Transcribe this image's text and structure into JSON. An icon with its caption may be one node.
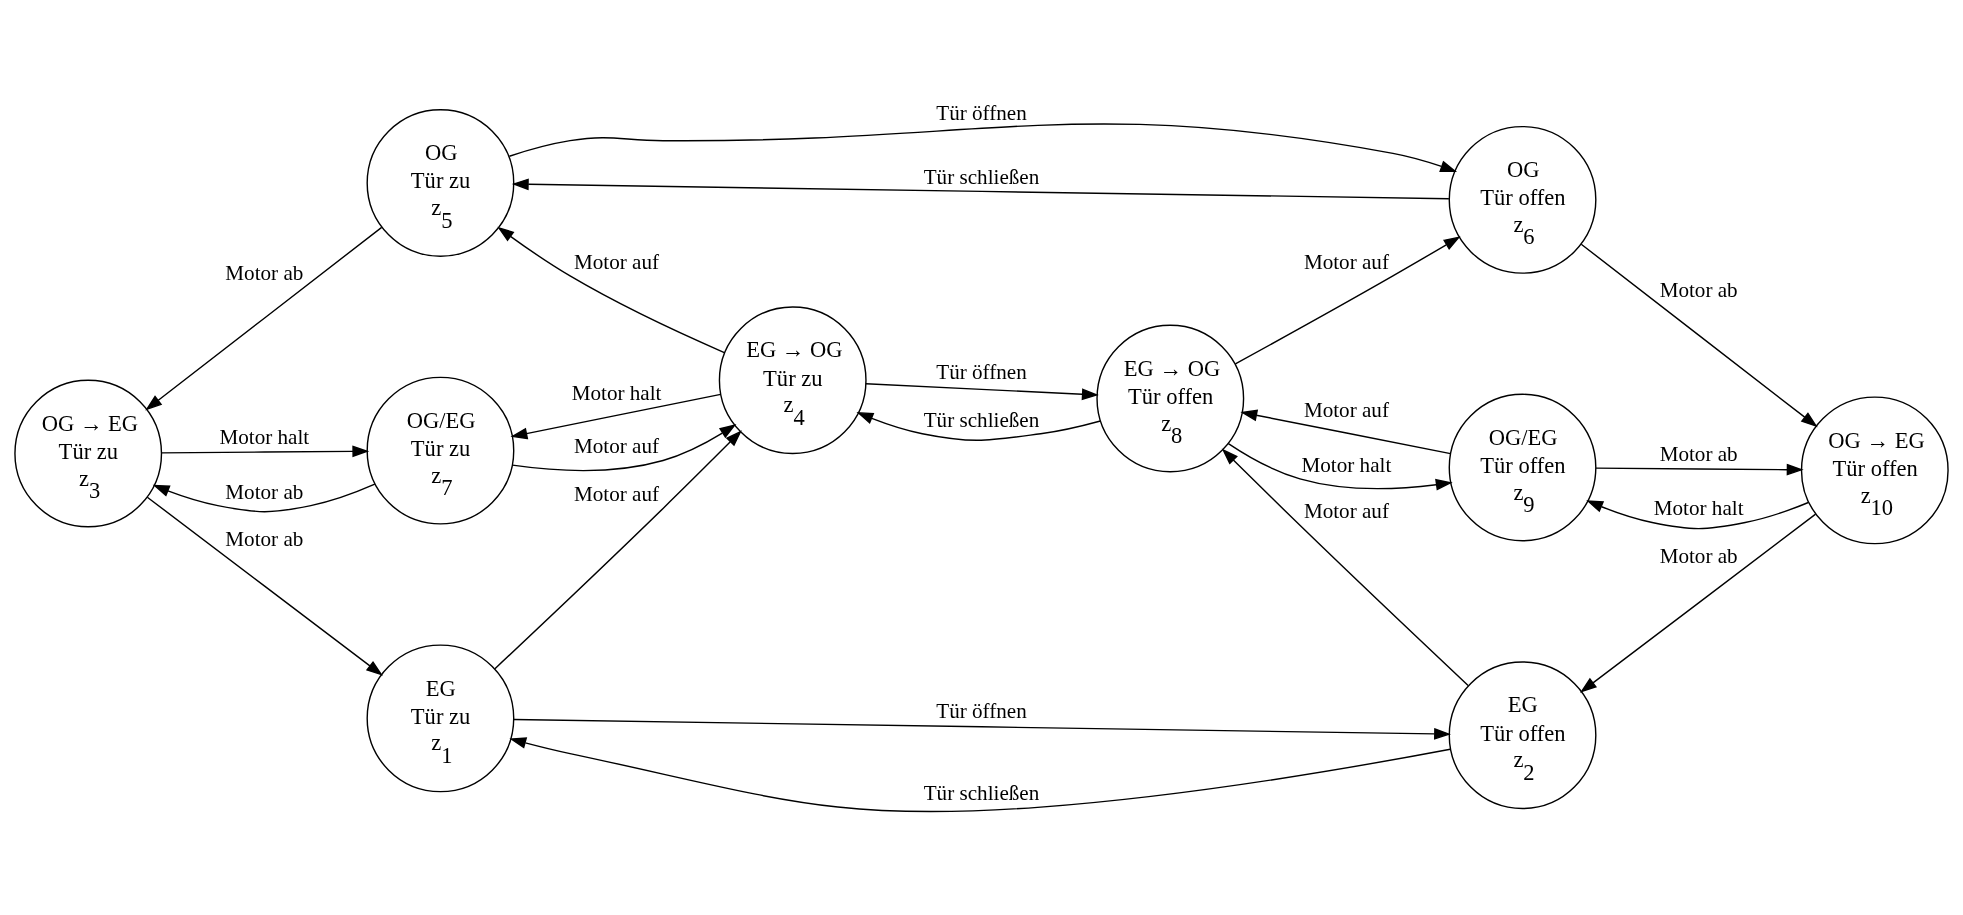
{
  "diagram": {
    "nodes": [
      {
        "text": [
          "OG",
          "Tür zu",
          "z$_{5}$"
        ]
      },
      {
        "text": [
          "OG",
          "Tür offen",
          "z$_{6}$"
        ]
      },
      {
        "text": [
          "OG → EG",
          "Tür zu",
          "z$_{3}$"
        ]
      },
      {
        "text": [
          "OG/EG",
          "Tür zu",
          "z$_{7}$"
        ]
      },
      {
        "text": [
          "EG → OG",
          "Tür zu",
          "z$_{4}$"
        ]
      },
      {
        "text": [
          "EG → OG",
          "Tür offen",
          "z$_{8}$"
        ]
      },
      {
        "text": [
          "OG/EG",
          "Tür offen",
          "z$_{9}$"
        ]
      },
      {
        "text": [
          "OG → EG",
          "Tür offen",
          "z$_{10}$"
        ]
      },
      {
        "text": [
          "EG",
          "Tür zu",
          "z$_{1}$"
        ]
      },
      {
        "text": [
          "EG",
          "Tür offen",
          "z$_{2}$"
        ]
      }
    ],
    "edges": [
      {
        "from": 1,
        "to": 0,
        "arrow": "to",
        "label": "Tür schließen"
      },
      {
        "from": 0,
        "to": 1,
        "arrow": "to",
        "label": "Tür öffnen"
      },
      {
        "from": 0,
        "to": 2,
        "arrow": "to",
        "label": "Motor ab"
      },
      {
        "from": 4,
        "to": 0,
        "arrow": "to",
        "label": "Motor auf"
      },
      {
        "from": 5,
        "to": 1,
        "arrow": "to",
        "label": "Motor auf"
      },
      {
        "from": 1,
        "to": 7,
        "arrow": "to",
        "label": "Motor ab"
      },
      {
        "from": 3,
        "to": 2,
        "arrow": "to",
        "label": "Motor ab"
      },
      {
        "from": 2,
        "to": 3,
        "arrow": "to",
        "label": "Motor halt"
      },
      {
        "from": 4,
        "to": 3,
        "arrow": "to",
        "label": "Motor halt"
      },
      {
        "from": 3,
        "to": 4,
        "arrow": "to",
        "label": "Motor auf"
      },
      {
        "from": 5,
        "to": 4,
        "arrow": "to",
        "label": "Tür schließen"
      },
      {
        "from": 4,
        "to": 5,
        "arrow": "to",
        "label": "Tür öffnen"
      },
      {
        "from": 6,
        "to": 5,
        "arrow": "to",
        "label": "Motor auf"
      },
      {
        "from": 5,
        "to": 6,
        "arrow": "to",
        "label": "Motor halt"
      },
      {
        "from": 7,
        "to": 6,
        "arrow": "to",
        "label": "Motor halt"
      },
      {
        "from": 6,
        "to": 7,
        "arrow": "to",
        "label": "Motor ab"
      },
      {
        "from": 2,
        "to": 8,
        "arrow": "to",
        "label": "Motor ab"
      },
      {
        "from": 8,
        "to": 4,
        "arrow": "to",
        "label": "Motor auf"
      },
      {
        "from": 9,
        "to": 5,
        "arrow": "to",
        "label": "Motor auf"
      },
      {
        "from": 7,
        "to": 9,
        "arrow": "to",
        "label": "Motor ab"
      },
      {
        "from": 9,
        "to": 8,
        "arrow": "to",
        "label": "Tür schließen"
      },
      {
        "from": 8,
        "to": 9,
        "arrow": "to",
        "label": "Tür öffnen"
      }
    ]
  }
}
